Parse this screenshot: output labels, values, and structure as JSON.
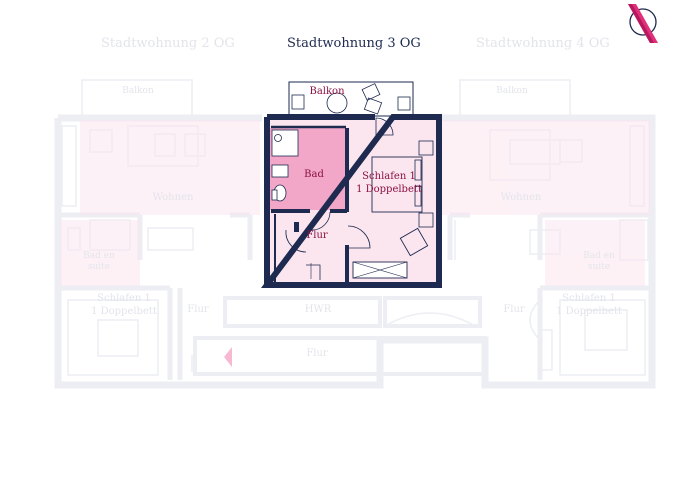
{
  "headings": {
    "left": "Stadtwohnung 2 OG",
    "center": "Stadtwohnung 3 OG",
    "right": "Stadtwohnung 4 OG"
  },
  "rooms": {
    "balkon": "Balkon",
    "bad": "Bad",
    "schlafen_line1": "Schlafen 1",
    "schlafen_line2": "1 Doppelbett",
    "flur": "Flur"
  },
  "faded": {
    "balkon_left": "Balkon",
    "balkon_right": "Balkon",
    "wohnen_left": "Wohnen",
    "wohnen_right": "Wohnen",
    "bad_en_suite_left_1": "Bad en",
    "bad_en_suite_left_2": "suite",
    "bad_en_suite_right_1": "Bad en",
    "bad_en_suite_right_2": "suite",
    "schlafen_left_1": "Schlafen 1",
    "schlafen_left_2": "1 Doppelbett",
    "schlafen_right_1": "Schlafen 1",
    "schlafen_right_2": "1 Doppelbett",
    "flur_left": "Flur",
    "flur_right": "Flur",
    "hwr": "HWR",
    "flur_bottom": "Flur"
  },
  "colors": {
    "wall": "#1e2a4f",
    "bath_fill": "#f2a7c8",
    "room_fill": "#fbe6ef",
    "faded_line": "#eceef3",
    "faded_text": "#e3e4eb",
    "accent": "#e0307a"
  },
  "icons": {
    "compass": "north-arrow-icon"
  }
}
